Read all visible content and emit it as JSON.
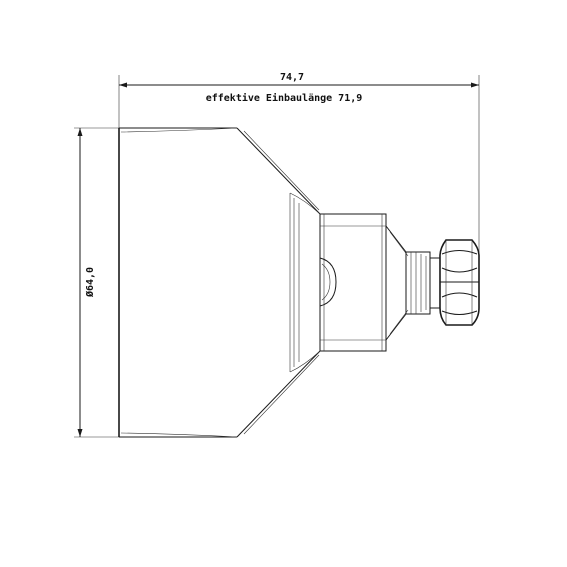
{
  "dimensions": {
    "overall_length": "74,7",
    "effective_length": "effektive Einbaulänge 71,9",
    "diameter": "Ø64,0"
  },
  "colors": {
    "stroke": "#1a1a1a",
    "background": "#ffffff"
  }
}
